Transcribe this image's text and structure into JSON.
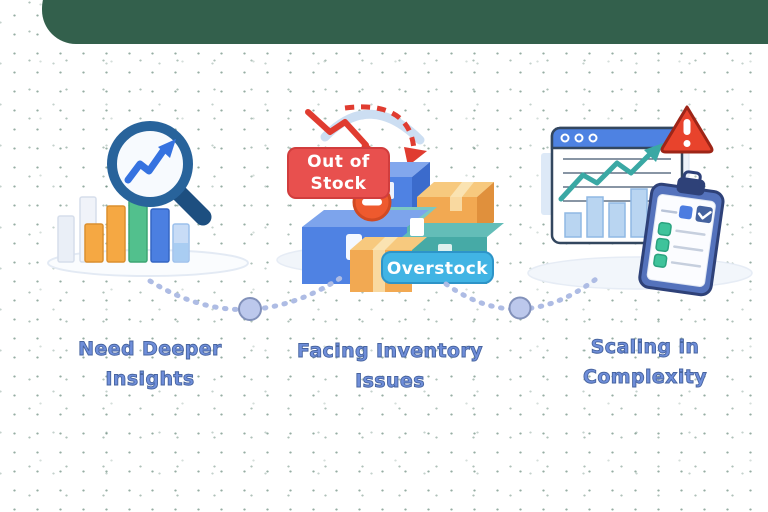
{
  "top_bar": {
    "color": "#33604c"
  },
  "steps": [
    {
      "id": "need-deeper-insights",
      "caption_lines": [
        "Need Deeper",
        "Insights"
      ],
      "illustration": "bar-chart-with-magnifier",
      "icons": [
        "magnifier-icon",
        "trend-up-arrow-icon"
      ],
      "bar_colors": [
        "#eaeff7",
        "#f0f3f9",
        "#f5a843",
        "#f5a843",
        "#52c08d",
        "#4b7fe1",
        "#a9cdf2"
      ]
    },
    {
      "id": "facing-inventory-issues",
      "caption_lines": [
        "Facing Inventory",
        "Issues"
      ],
      "illustration": "stacked-inventory-boxes",
      "badges": {
        "out_of_stock_lines": [
          "Out of",
          "Stock"
        ],
        "overstock": "Overstock"
      },
      "icons": [
        "decline-arrow-icon",
        "minus-icon"
      ],
      "badge_colors": {
        "out_of_stock": "#e8504e",
        "overstock": "#41b4e4"
      },
      "box_colors": {
        "blue": "#4f82e3",
        "orange": "#f2a952",
        "teal": "#46aaa6"
      }
    },
    {
      "id": "scaling-in-complexity",
      "caption_lines": [
        "Scaling in",
        "Complexity"
      ],
      "illustration": "analytics-window-with-warning-and-clipboard",
      "icons": [
        "browser-window-icon",
        "trend-up-arrow-icon",
        "warning-triangle-icon",
        "clipboard-icon",
        "checkbox-icons"
      ],
      "colors": {
        "window_header": "#4e82e2",
        "warning": "#e8432c",
        "clipboard": "#5472bc",
        "checkbox": "#3fc39b",
        "trend_line": "#3aa8a4"
      }
    }
  ],
  "connectors": {
    "style": "dotted-arc-with-center-dot",
    "color": "#aebce4",
    "dot_color": "#bcc8ec",
    "count": 2
  },
  "caption_style": {
    "text_color": "#6f8eda",
    "outline_color": "#47649f"
  }
}
